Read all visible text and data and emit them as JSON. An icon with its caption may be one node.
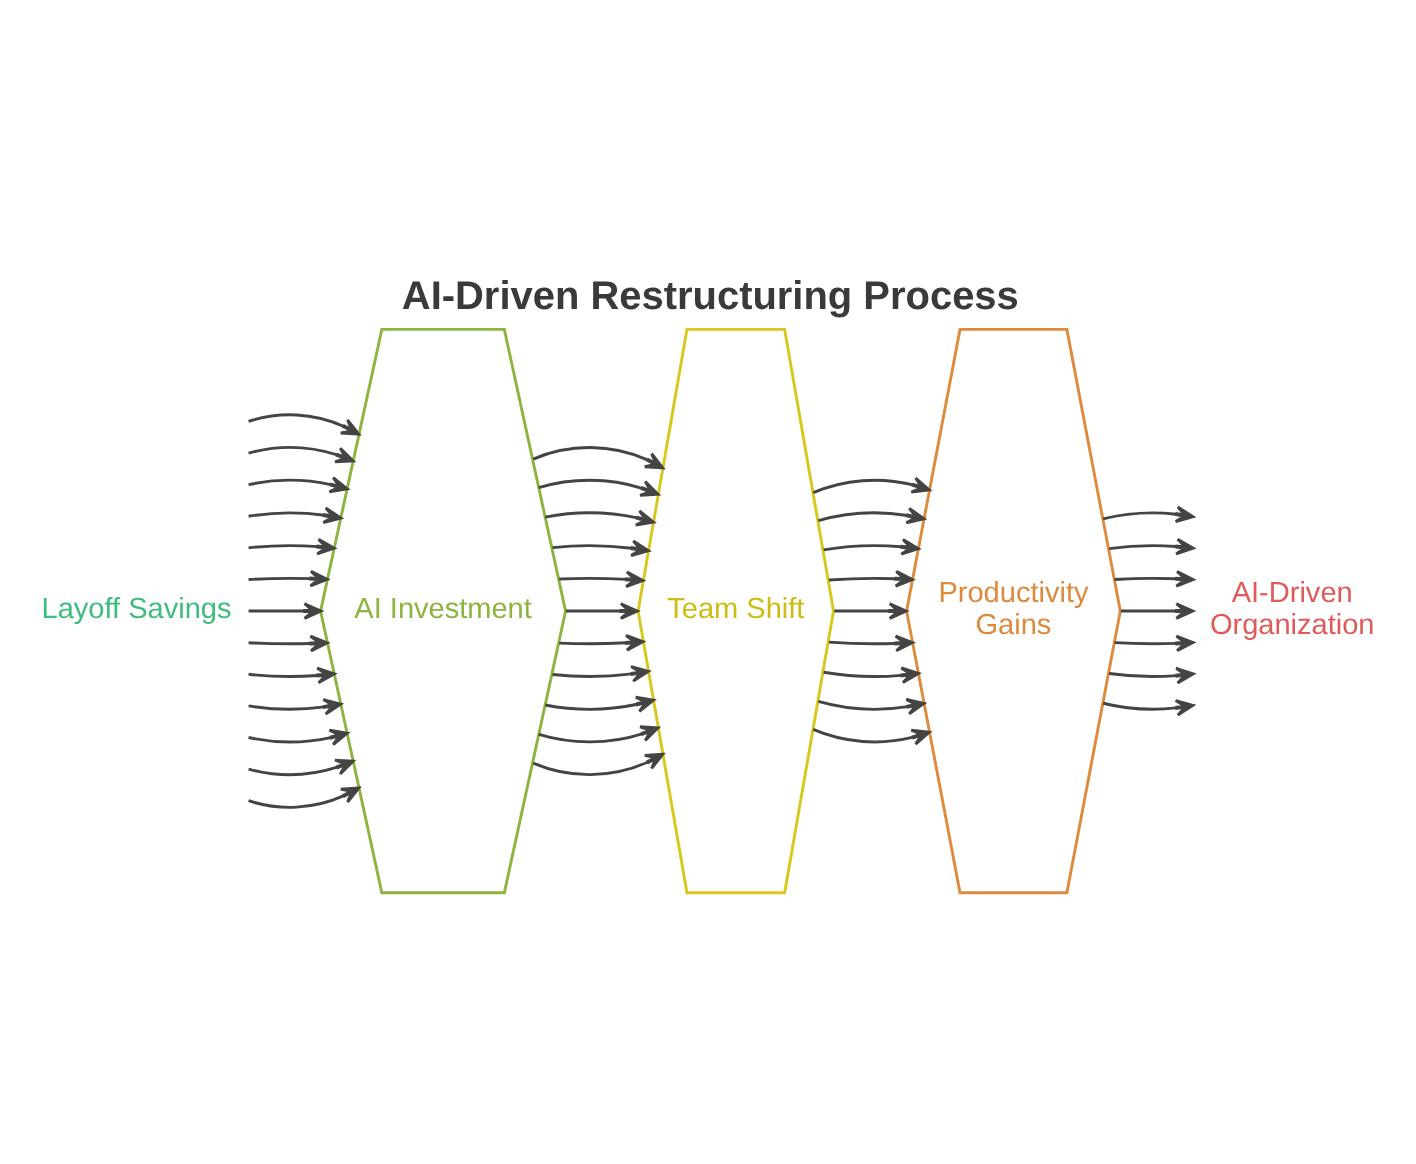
{
  "diagram": {
    "title": "AI-Driven Restructuring Process",
    "nodes": [
      {
        "text": [
          "Layoff Savings"
        ]
      },
      {
        "text": [
          "AI Investment"
        ]
      },
      {
        "text": [
          "Team Shift"
        ]
      },
      {
        "text": [
          "Productivity Gains"
        ]
      },
      {
        "text": [
          "AI-Driven Organization"
        ]
      }
    ],
    "edges": [
      {
        "from": 0,
        "to": 1,
        "arrow": "to"
      },
      {
        "from": 0,
        "to": 1,
        "arrow": "to"
      },
      {
        "from": 0,
        "to": 1,
        "arrow": "to"
      },
      {
        "from": 0,
        "to": 1,
        "arrow": "to"
      },
      {
        "from": 0,
        "to": 1,
        "arrow": "to"
      },
      {
        "from": 0,
        "to": 1,
        "arrow": "to"
      },
      {
        "from": 0,
        "to": 1,
        "arrow": "to"
      },
      {
        "from": 0,
        "to": 1,
        "arrow": "to"
      },
      {
        "from": 0,
        "to": 1,
        "arrow": "to"
      },
      {
        "from": 0,
        "to": 1,
        "arrow": "to"
      },
      {
        "from": 0,
        "to": 1,
        "arrow": "to"
      },
      {
        "from": 0,
        "to": 1,
        "arrow": "to"
      },
      {
        "from": 0,
        "to": 1,
        "arrow": "to"
      },
      {
        "from": 1,
        "to": 2,
        "arrow": "to"
      },
      {
        "from": 1,
        "to": 2,
        "arrow": "to"
      },
      {
        "from": 1,
        "to": 2,
        "arrow": "to"
      },
      {
        "from": 1,
        "to": 2,
        "arrow": "to"
      },
      {
        "from": 1,
        "to": 2,
        "arrow": "to"
      },
      {
        "from": 1,
        "to": 2,
        "arrow": "to"
      },
      {
        "from": 1,
        "to": 2,
        "arrow": "to"
      },
      {
        "from": 1,
        "to": 2,
        "arrow": "to"
      },
      {
        "from": 1,
        "to": 2,
        "arrow": "to"
      },
      {
        "from": 1,
        "to": 2,
        "arrow": "to"
      },
      {
        "from": 1,
        "to": 2,
        "arrow": "to"
      },
      {
        "from": 2,
        "to": 3,
        "arrow": "to"
      },
      {
        "from": 2,
        "to": 3,
        "arrow": "to"
      },
      {
        "from": 2,
        "to": 3,
        "arrow": "to"
      },
      {
        "from": 2,
        "to": 3,
        "arrow": "to"
      },
      {
        "from": 2,
        "to": 3,
        "arrow": "to"
      },
      {
        "from": 2,
        "to": 3,
        "arrow": "to"
      },
      {
        "from": 2,
        "to": 3,
        "arrow": "to"
      },
      {
        "from": 2,
        "to": 3,
        "arrow": "to"
      },
      {
        "from": 2,
        "to": 3,
        "arrow": "to"
      },
      {
        "from": 3,
        "to": 4,
        "arrow": "to"
      },
      {
        "from": 3,
        "to": 4,
        "arrow": "to"
      },
      {
        "from": 3,
        "to": 4,
        "arrow": "to"
      },
      {
        "from": 3,
        "to": 4,
        "arrow": "to"
      },
      {
        "from": 3,
        "to": 4,
        "arrow": "to"
      },
      {
        "from": 3,
        "to": 4,
        "arrow": "to"
      },
      {
        "from": 3,
        "to": 4,
        "arrow": "to"
      }
    ]
  }
}
